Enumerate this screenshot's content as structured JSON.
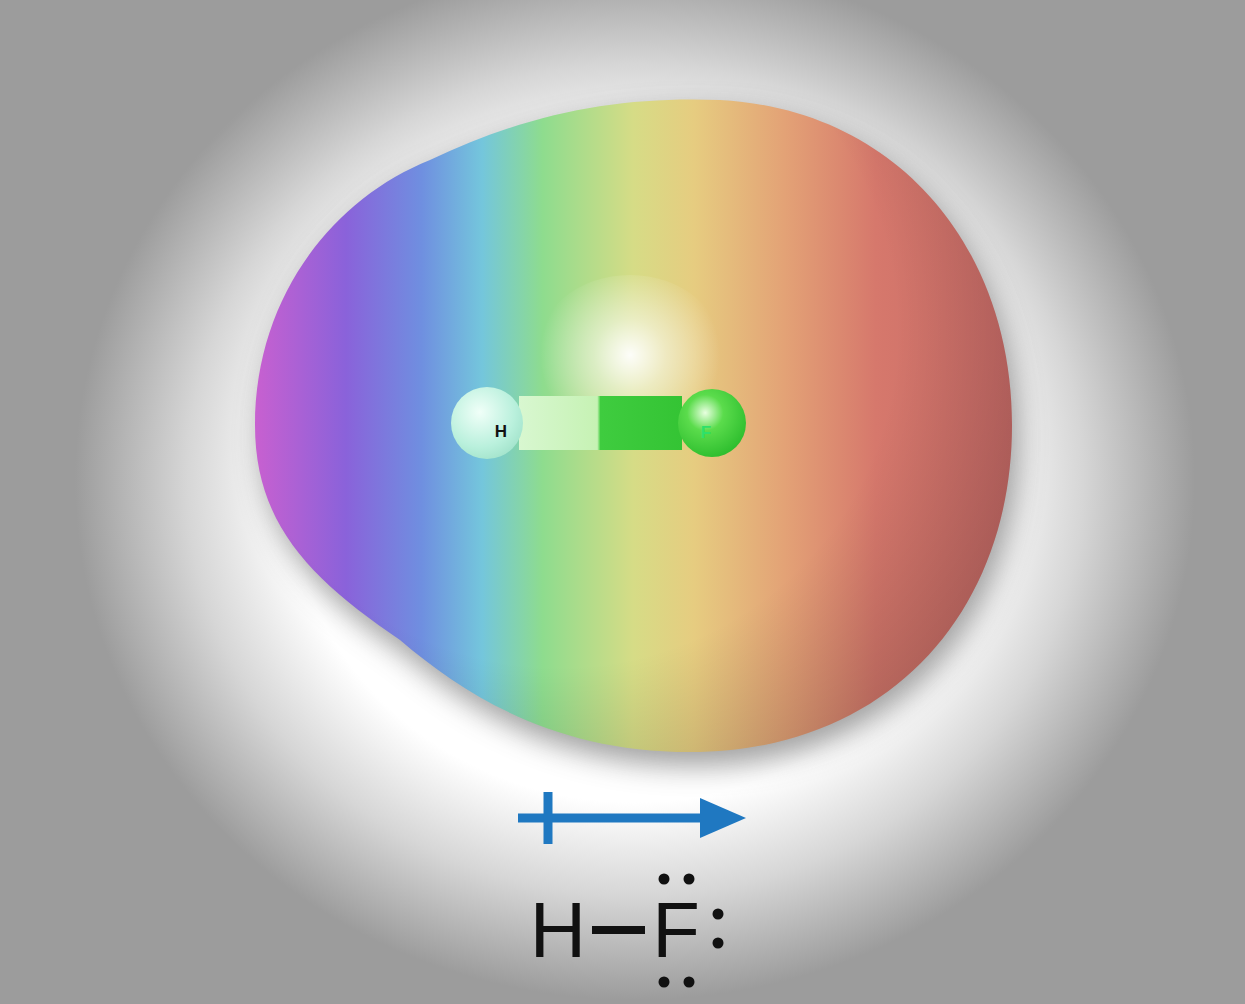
{
  "diagram": {
    "nodes": [
      {
        "text": [
          "H"
        ]
      },
      {
        "text": [
          "F"
        ]
      }
    ],
    "edges": [
      {
        "from": 0,
        "to": 1,
        "arrow": "none"
      }
    ],
    "labels": [
      "H",
      "F"
    ]
  }
}
